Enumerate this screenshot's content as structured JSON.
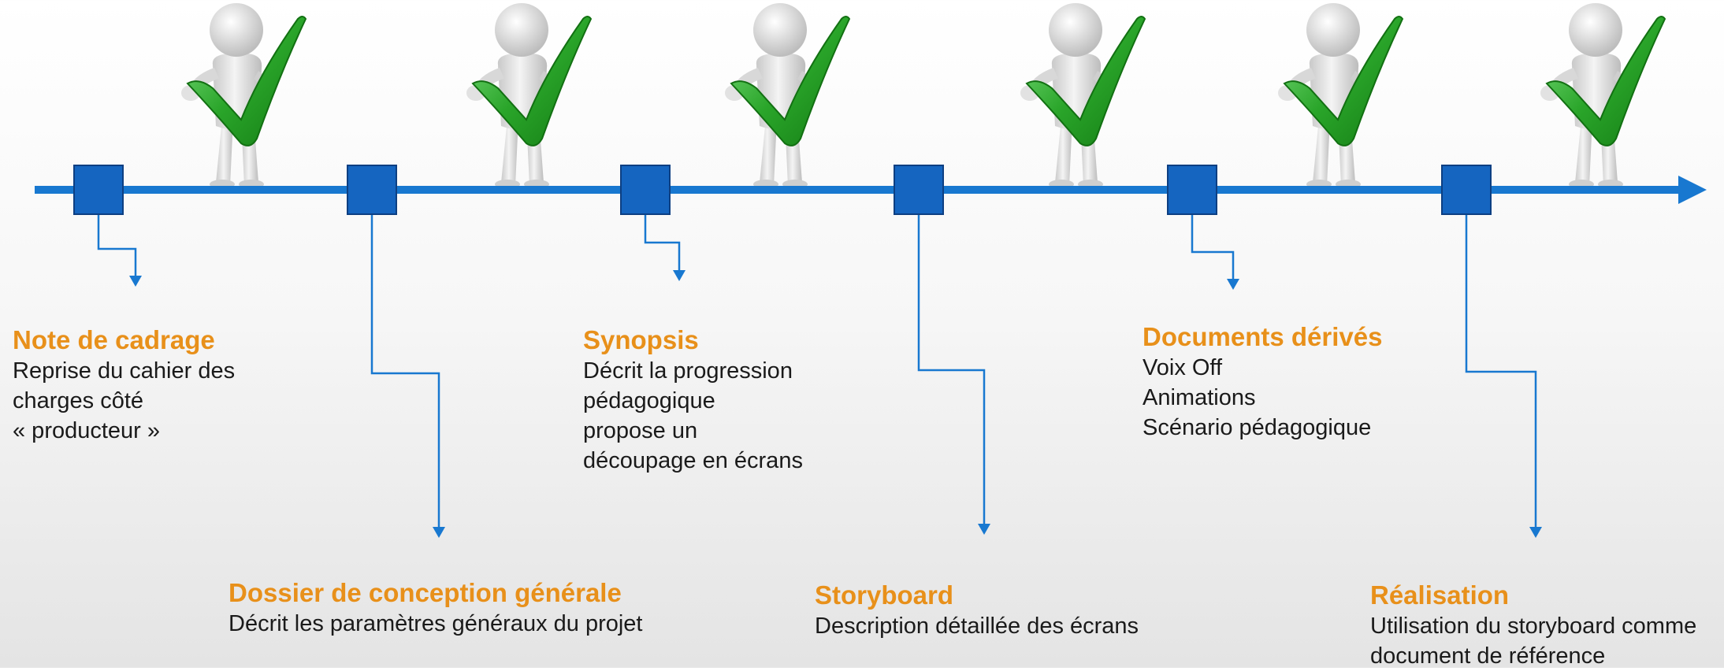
{
  "colors": {
    "timeline": "#1878d0",
    "box_fill": "#1565c0",
    "box_stroke": "#0d3f82",
    "title": "#e8901a",
    "text": "#1a1a1a",
    "check": "#2aa52a",
    "figure": "#e6e6e6"
  },
  "icons": {
    "figure": "person-with-checkmark-icon",
    "arrow": "arrow-head-icon"
  },
  "stages": [
    {
      "title": "Note de cadrage",
      "lines": [
        "Reprise du cahier des",
        "charges côté",
        "« producteur »"
      ]
    },
    {
      "title": "Dossier de conception générale",
      "lines": [
        "Décrit les paramètres généraux du projet"
      ]
    },
    {
      "title": "Synopsis",
      "lines": [
        "Décrit la progression",
        "pédagogique",
        "propose un",
        "découpage en écrans"
      ]
    },
    {
      "title": "Storyboard",
      "lines": [
        "Description détaillée des écrans"
      ]
    },
    {
      "title": "Documents dérivés",
      "lines": [
        "Voix Off",
        "Animations",
        "Scénario pédagogique"
      ]
    },
    {
      "title": "Réalisation",
      "lines": [
        "Utilisation du storyboard comme",
        "document de référence"
      ]
    }
  ]
}
